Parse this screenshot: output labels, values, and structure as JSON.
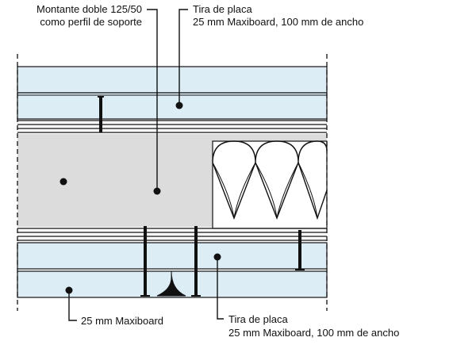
{
  "labels": {
    "top_left_line1": "Montante doble 125/50",
    "top_left_line2": "como perfil de soporte",
    "top_right_line1": "Tira de placa",
    "top_right_line2": "25 mm Maxiboard, 100 mm de ancho",
    "bottom_left": "25 mm Maxiboard",
    "bottom_right_line1": "Tira de placa",
    "bottom_right_line2": "25 mm Maxiboard, 100 mm de ancho"
  },
  "colors": {
    "board_fill": "#dcedf6",
    "cavity_fill": "#dcdcdc",
    "insulation_fill": "#ffffff",
    "line": "#111111"
  },
  "icons": {
    "screw": "drywall-screw-icon",
    "dot": "leader-dot-icon"
  }
}
